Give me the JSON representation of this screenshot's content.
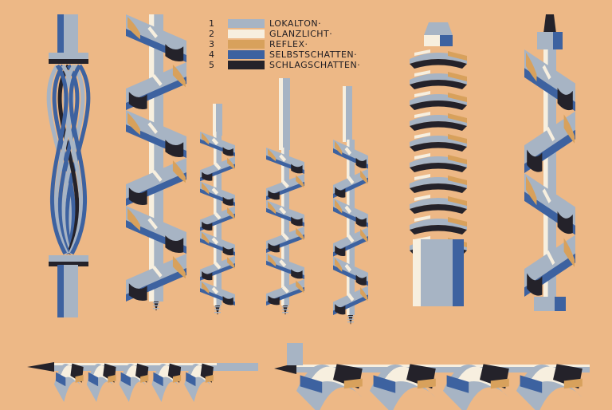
{
  "colors": {
    "background": "#edb886",
    "lokalton": "#a7b4c4",
    "glanzlicht": "#f7efdf",
    "reflex": "#d8a15c",
    "selbstschatten": "#3d62a0",
    "schlagschatten": "#24222a"
  },
  "legend": [
    {
      "num": "1",
      "label": "LOKALTON·",
      "color": "#a7b4c4"
    },
    {
      "num": "2",
      "label": "GLANZLICHT·",
      "color": "#f7efdf"
    },
    {
      "num": "3",
      "label": "REFLEX·",
      "color": "#d8a15c"
    },
    {
      "num": "4",
      "label": "SELBSTSCHATTEN·",
      "color": "#3d62a0"
    },
    {
      "num": "5",
      "label": "SCHLAGSCHATTEN·",
      "color": "#24222a"
    }
  ]
}
